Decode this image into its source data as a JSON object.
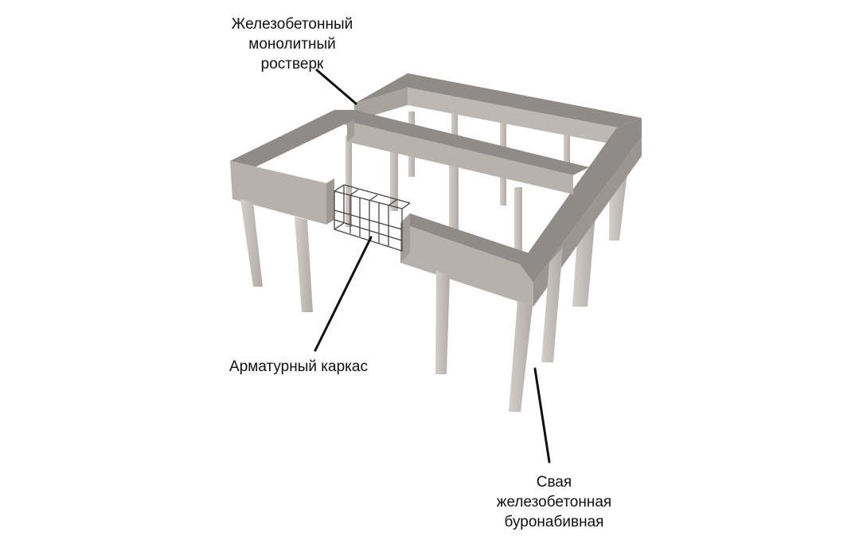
{
  "diagram": {
    "labels": {
      "grillage": [
        "Железобетонный",
        "монолитный",
        "ростверк"
      ],
      "rebar_cage": "Арматурный каркас",
      "pile": [
        "Свая",
        "железобетонная",
        "буронабивная"
      ]
    },
    "colors": {
      "beam_top": "#8f8d8b",
      "beam_front": "#b5afaa",
      "beam_side": "#9c9793",
      "pile_light": "#d2cdc8",
      "pile_dark": "#b3ada8",
      "rebar": "#444444",
      "leader": "#111111"
    }
  }
}
